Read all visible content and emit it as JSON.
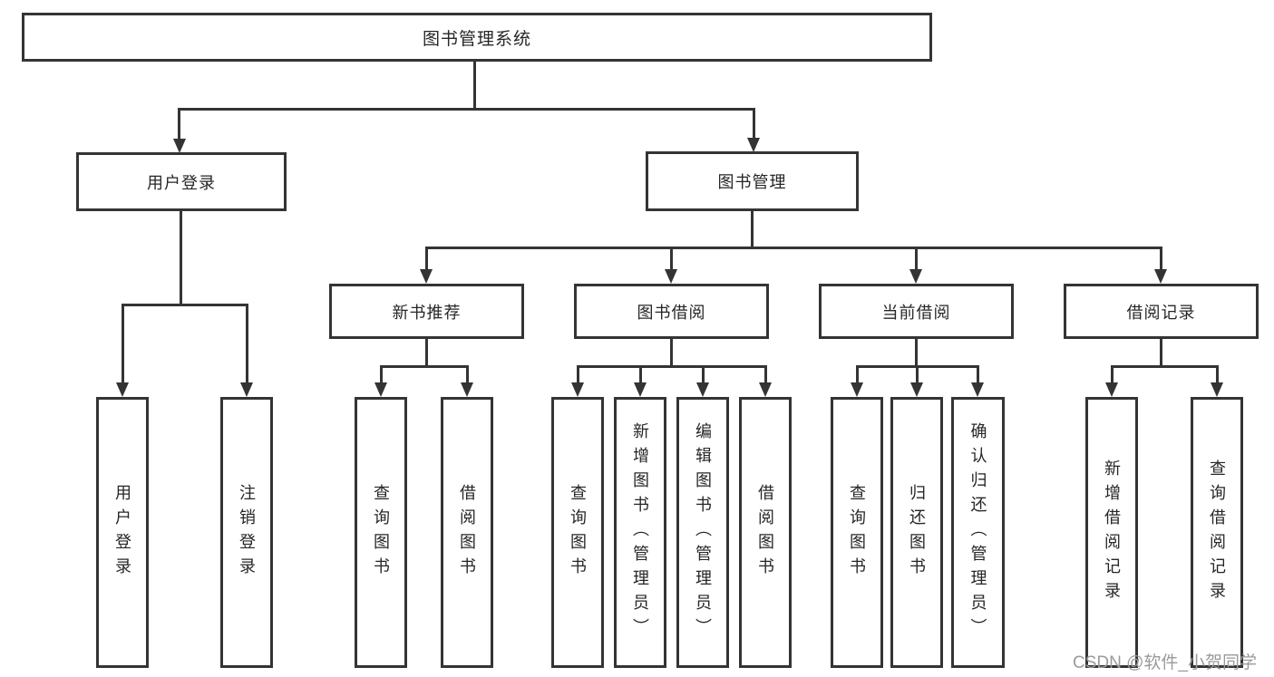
{
  "diagram": {
    "root": {
      "label": "图书管理系统"
    },
    "branches": [
      {
        "label": "用户登录",
        "leaves": [
          "用户登录",
          "注销登录"
        ]
      },
      {
        "label": "图书管理",
        "groups": [
          {
            "label": "新书推荐",
            "leaves": [
              "查询图书",
              "借阅图书"
            ]
          },
          {
            "label": "图书借阅",
            "leaves": [
              "查询图书",
              "新增图书（管理员）",
              "编辑图书（管理员）",
              "借阅图书"
            ]
          },
          {
            "label": "当前借阅",
            "leaves": [
              "查询图书",
              "归还图书",
              "确认归还（管理员）"
            ]
          },
          {
            "label": "借阅记录",
            "leaves": [
              "新增借阅记录",
              "查询借阅记录"
            ]
          }
        ]
      }
    ]
  },
  "watermark": {
    "text": "CSDN @软件_小贺同学"
  },
  "colors": {
    "line": "#343434",
    "text": "#262626",
    "watermark": "#9a9a9a",
    "background": "#ffffff"
  }
}
